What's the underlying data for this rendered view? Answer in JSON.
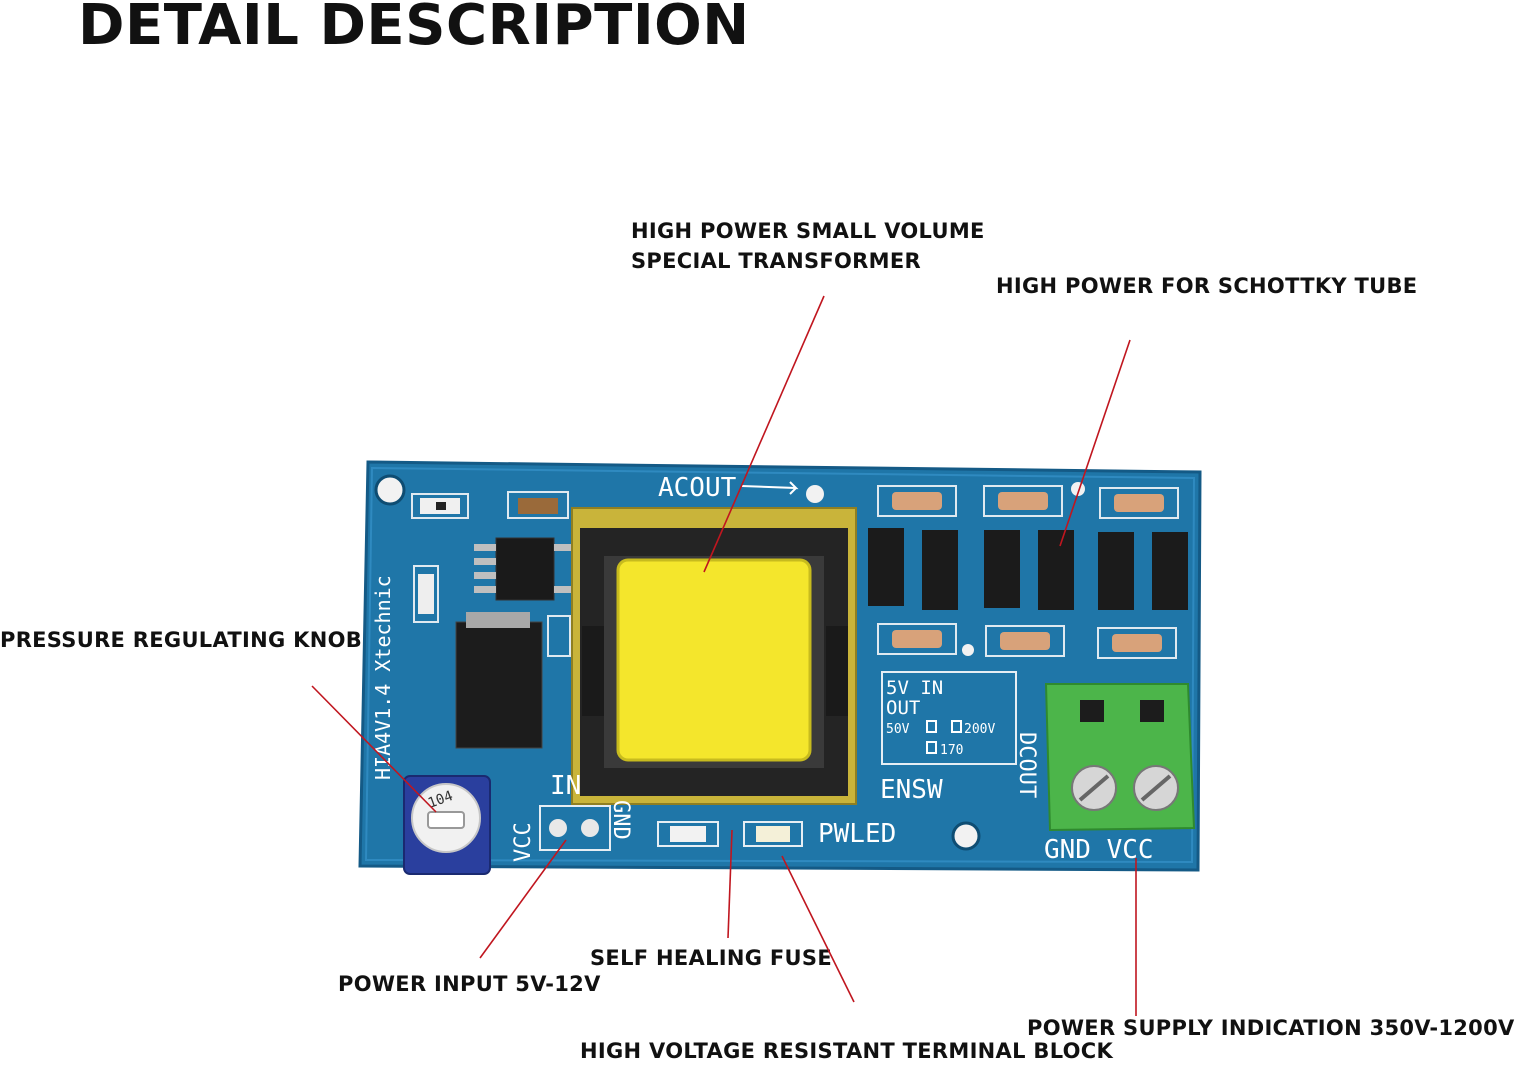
{
  "page": {
    "title": "DETAIL DESCRIPTION"
  },
  "callouts": {
    "transformer_line1": "HIGH POWER SMALL VOLUME",
    "transformer_line2": "SPECIAL TRANSFORMER",
    "schottky": "HIGH POWER FOR SCHOTTKY TUBE",
    "knob": "PRESSURE REGULATING KNOB",
    "fuse": "SELF HEALING FUSE",
    "power_input": "POWER INPUT 5V-12V",
    "power_indication": "POWER SUPPLY INDICATION 350V-1200V",
    "terminal_block": "HIGH VOLTAGE RESISTANT TERMINAL BLOCK"
  },
  "board": {
    "silkscreen_model": "HIA4V1.4 Xtechnic",
    "acout": "ACOUT",
    "in_label": "IN",
    "vcc": "VCC",
    "gnd": "GND",
    "ensw": "ENSW",
    "pwled": "PWLED",
    "dcout": "DCOUT",
    "gnd_vcc": "GND VCC",
    "five_v_in": "5V IN",
    "out": "OUT",
    "opt_50v": "50V",
    "opt_200v": "200V",
    "opt_170": "170",
    "pot_code": "104"
  },
  "colors": {
    "pcb": "#1f76a8",
    "pcb_dark": "#145a86",
    "transformer_core": "#2b2b2b",
    "transformer_coil": "#f4e62c",
    "terminal_block": "#4cb54a",
    "callout_line": "#c0161f"
  }
}
